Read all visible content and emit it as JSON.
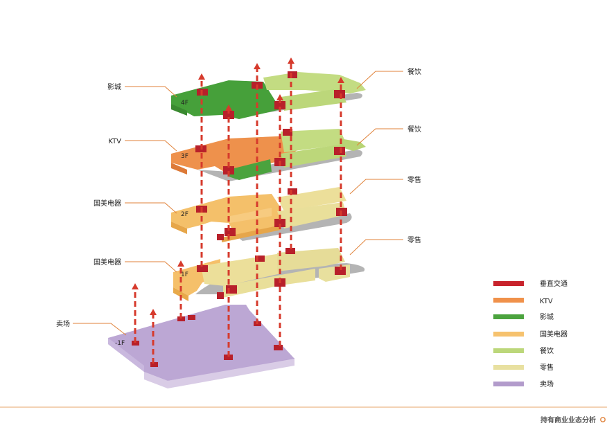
{
  "floors": [
    {
      "tag": "4F",
      "left_label": "影城",
      "right_label": "餐饮"
    },
    {
      "tag": "3F",
      "left_label": "KTV",
      "right_label": "餐饮"
    },
    {
      "tag": "2F",
      "left_label": "国美电器",
      "right_label": "零售"
    },
    {
      "tag": "1F",
      "left_label": "国美电器",
      "right_label": "零售"
    },
    {
      "tag": "-1F",
      "left_label": "卖场",
      "right_label": ""
    }
  ],
  "legend": [
    {
      "label": "垂直交通",
      "color": "#c8232c"
    },
    {
      "label": "KTV",
      "color": "#f0914a"
    },
    {
      "label": "影城",
      "color": "#4ba33e"
    },
    {
      "label": "国美电器",
      "color": "#f6c26e"
    },
    {
      "label": "餐饮",
      "color": "#bcd77a"
    },
    {
      "label": "零售",
      "color": "#e8e0a0"
    },
    {
      "label": "卖场",
      "color": "#b29bcb"
    }
  ],
  "colors": {
    "callout": "#e0823a",
    "arrow": "#d63a2c",
    "footer_line": "#e7a56a",
    "footer_circle": "#e0823a"
  },
  "footer": {
    "title": "持有商业业态分析"
  }
}
